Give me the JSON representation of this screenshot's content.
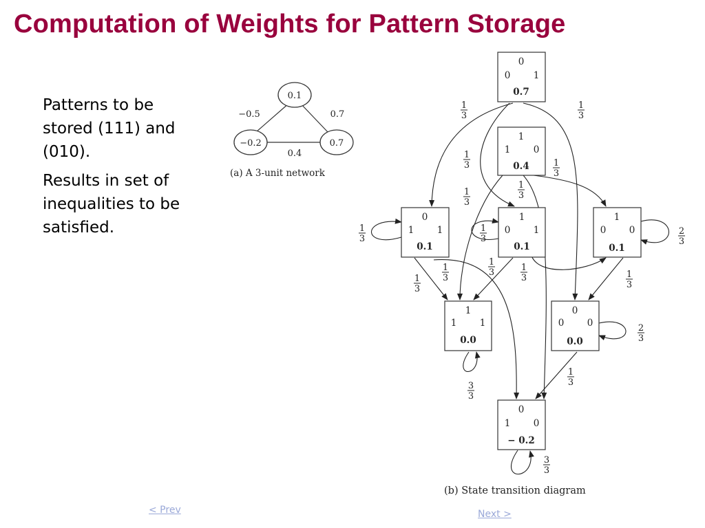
{
  "title": "Computation of Weights for Pattern Storage",
  "bullets": [
    "Patterns to be stored (111) and (010).",
    "Results in set of inequalities to be satisfied."
  ],
  "network": {
    "nodes": [
      {
        "label": "0.1"
      },
      {
        "label": "−0.2"
      },
      {
        "label": "0.7"
      }
    ],
    "weights": [
      {
        "label": "−0.5"
      },
      {
        "label": "0.7"
      },
      {
        "label": "0.4"
      }
    ],
    "caption": "(a) A 3-unit network"
  },
  "diagram": {
    "caption": "(b) State transition diagram",
    "states": [
      {
        "top": "0",
        "left": "0",
        "right": "1",
        "energy": "0.7"
      },
      {
        "top": "1",
        "left": "1",
        "right": "0",
        "energy": "0.4"
      },
      {
        "top": "0",
        "left": "1",
        "right": "1",
        "energy": "0.1"
      },
      {
        "top": "1",
        "left": "0",
        "right": "1",
        "energy": "0.1"
      },
      {
        "top": "1",
        "left": "0",
        "right": "0",
        "energy": "0.1"
      },
      {
        "top": "1",
        "left": "1",
        "right": "1",
        "energy": "0.0"
      },
      {
        "top": "0",
        "left": "0",
        "right": "0",
        "energy": "0.0"
      },
      {
        "top": "0",
        "left": "1",
        "right": "0",
        "energy": "− 0.2"
      }
    ],
    "probabilities": [
      {
        "num": "1",
        "den": "3"
      },
      {
        "num": "1",
        "den": "3"
      },
      {
        "num": "1",
        "den": "3"
      },
      {
        "num": "1",
        "den": "3"
      },
      {
        "num": "1",
        "den": "3"
      },
      {
        "num": "1",
        "den": "3"
      },
      {
        "num": "1",
        "den": "3"
      },
      {
        "num": "1",
        "den": "3"
      },
      {
        "num": "2",
        "den": "3"
      },
      {
        "num": "1",
        "den": "3"
      },
      {
        "num": "1",
        "den": "3"
      },
      {
        "num": "1",
        "den": "3"
      },
      {
        "num": "1",
        "den": "3"
      },
      {
        "num": "1",
        "den": "3"
      },
      {
        "num": "3",
        "den": "3"
      },
      {
        "num": "2",
        "den": "3"
      },
      {
        "num": "1",
        "den": "3"
      },
      {
        "num": "3",
        "den": "3"
      }
    ]
  },
  "nav": {
    "prev": "< Prev",
    "next": "Next >"
  }
}
